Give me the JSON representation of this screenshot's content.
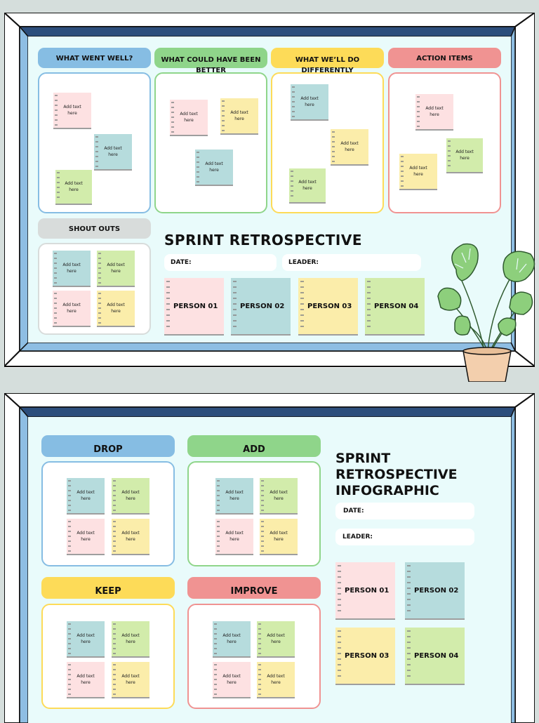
{
  "colors": {
    "page_background": "#d5dedc",
    "board_inner": "#e9fbfb",
    "frame_blue": "#8ebee3",
    "blue": "#86bde3",
    "green": "#8fd58a",
    "yellow": "#fddb58",
    "red": "#f09392",
    "grey": "#d8dcdb",
    "note_pink": "#fde1e2",
    "note_teal": "#b6dcdd",
    "note_yellow": "#fbedaa",
    "note_green": "#d2ecab"
  },
  "slide1": {
    "columns": [
      {
        "label": "WHAT WENT WELL?",
        "note_text": "Add text\nhere"
      },
      {
        "label": "WHAT COULD HAVE BEEN BETTER",
        "note_text": "Add text\nhere"
      },
      {
        "label": "WHAT WE’LL DO DIFFERENTLY",
        "note_text": "Add text\nhere"
      },
      {
        "label": "ACTION ITEMS",
        "note_text": "Add text\nhere"
      }
    ],
    "shout_outs": {
      "label": "SHOUT OUTS",
      "note_text": "Add text\nhere"
    },
    "title": "SPRINT RETROSPECTIVE",
    "date_label": "DATE:",
    "leader_label": "LEADER:",
    "persons": [
      "PERSON 01",
      "PERSON 02",
      "PERSON 03",
      "PERSON 04"
    ],
    "plant_icon": "monstera-plant-icon"
  },
  "slide2": {
    "sections": [
      {
        "label": "DROP",
        "note_text": "Add text\nhere"
      },
      {
        "label": "ADD",
        "note_text": "Add text\nhere"
      },
      {
        "label": "KEEP",
        "note_text": "Add text\nhere"
      },
      {
        "label": "IMPROVE",
        "note_text": "Add text\nhere"
      }
    ],
    "title_line1": "SPRINT",
    "title_line2": "RETROSPECTIVE",
    "title_line3": "INFOGRAPHIC",
    "date_label": "DATE:",
    "leader_label": "LEADER:",
    "persons": [
      "PERSON 01",
      "PERSON 02",
      "PERSON 03",
      "PERSON 04"
    ]
  }
}
